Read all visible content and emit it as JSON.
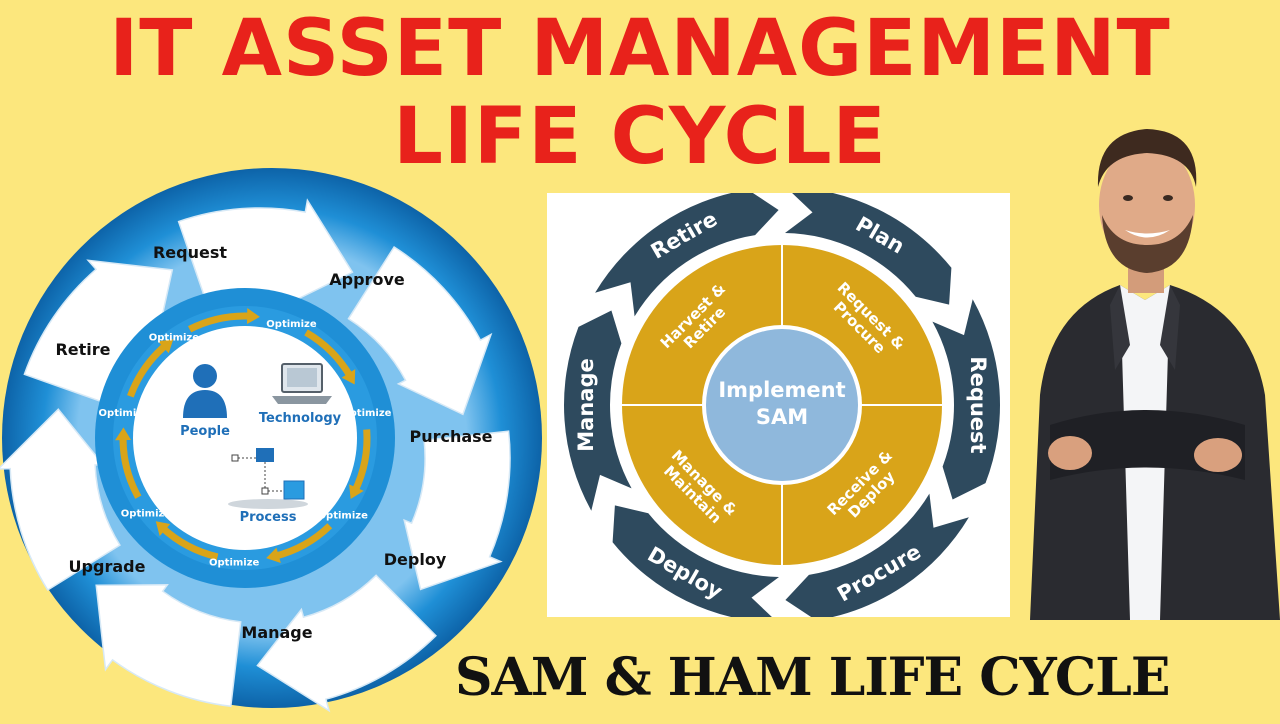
{
  "title": {
    "line1": "IT ASSET MANAGEMENT",
    "line2": "LIFE CYCLE"
  },
  "subtitle": "SAM & HAM LIFE CYCLE",
  "ham_cycle": {
    "stages": [
      "Request",
      "Approve",
      "Purchase",
      "Deploy",
      "Manage",
      "Upgrade",
      "Retire"
    ],
    "optimize_label": "Optimize",
    "center": {
      "people": "People",
      "technology": "Technology",
      "process": "Process"
    }
  },
  "sam_cycle": {
    "outer": [
      "Plan",
      "Request",
      "Procure",
      "Deploy",
      "Manage",
      "Retire"
    ],
    "inner": [
      "Request & Procure",
      "Receive & Deploy",
      "Manage & Maintain",
      "Harvest & Retire"
    ],
    "center": [
      "Implement",
      "SAM"
    ]
  },
  "colors": {
    "background": "#fce77d",
    "title": "#e8221b",
    "ham_ring": "#1f8fd6",
    "sam_dark": "#2e4a5e",
    "sam_gold": "#d9a419",
    "sam_center": "#8fb8dc"
  }
}
